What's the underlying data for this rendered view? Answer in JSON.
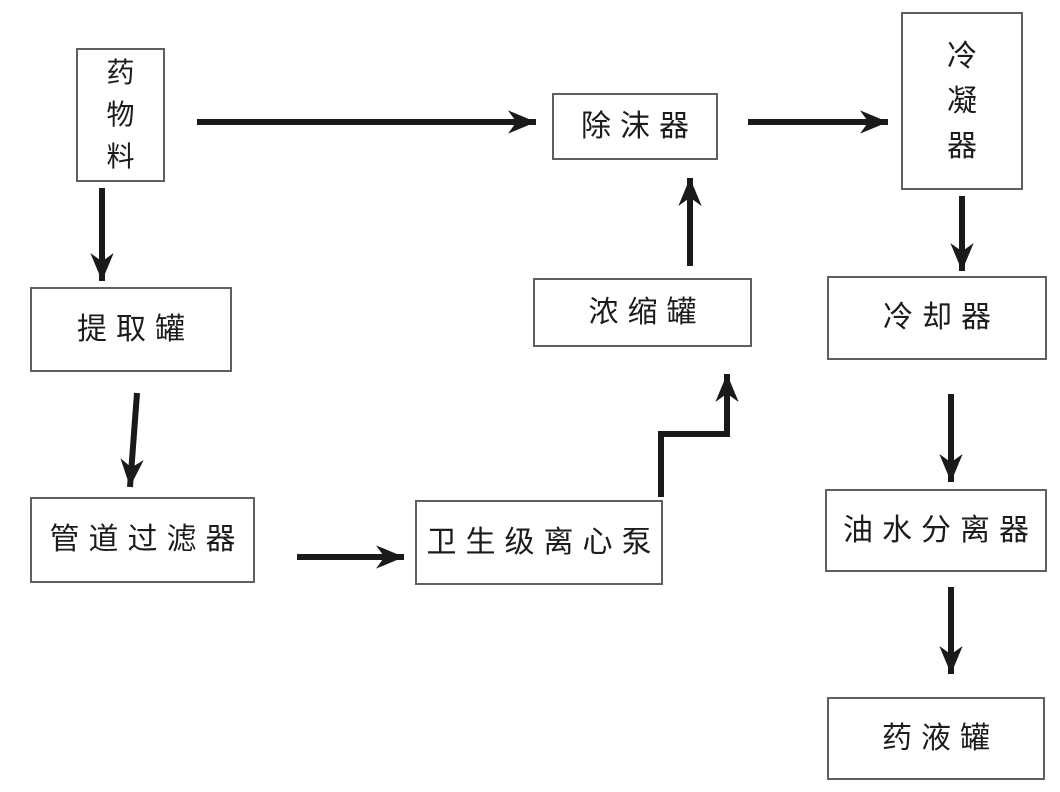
{
  "diagram": {
    "type": "flowchart",
    "background_color": "#ffffff",
    "box_border_color": "#5f5f5f",
    "arrow_color": "#1a1a1a",
    "text_color": "#1c1c1c",
    "nodes": [
      {
        "id": "drug-material",
        "label": "药物料",
        "shape": "rectangle",
        "text_direction": "vertical"
      },
      {
        "id": "extraction-tank",
        "label": "提取罐",
        "shape": "rectangle",
        "text_direction": "horizontal"
      },
      {
        "id": "pipeline-filter",
        "label": "管道过滤器",
        "shape": "rectangle",
        "text_direction": "horizontal"
      },
      {
        "id": "sanitary-centrifugal-pump",
        "label": "卫生级离心泵",
        "shape": "rectangle",
        "text_direction": "horizontal"
      },
      {
        "id": "concentration-tank",
        "label": "浓缩罐",
        "shape": "rectangle",
        "text_direction": "horizontal"
      },
      {
        "id": "demister",
        "label": "除沫器",
        "shape": "rectangle",
        "text_direction": "horizontal"
      },
      {
        "id": "condenser",
        "label": "冷凝器",
        "shape": "rectangle",
        "text_direction": "vertical"
      },
      {
        "id": "cooler",
        "label": "冷却器",
        "shape": "rectangle",
        "text_direction": "horizontal"
      },
      {
        "id": "oil-water-separator",
        "label": "油水分离器",
        "shape": "rectangle",
        "text_direction": "horizontal"
      },
      {
        "id": "liquid-medicine-tank",
        "label": "药液罐",
        "shape": "rectangle",
        "text_direction": "horizontal"
      }
    ],
    "edges": [
      {
        "from": "药物料",
        "to": "除沫器",
        "style": "straight-horizontal"
      },
      {
        "from": "药物料",
        "to": "提取罐",
        "style": "straight-vertical"
      },
      {
        "from": "提取罐",
        "to": "管道过滤器",
        "style": "straight-vertical"
      },
      {
        "from": "管道过滤器",
        "to": "卫生级离心泵",
        "style": "straight-horizontal"
      },
      {
        "from": "卫生级离心泵",
        "to": "浓缩罐",
        "style": "elbow-up"
      },
      {
        "from": "浓缩罐",
        "to": "除沫器",
        "style": "straight-vertical"
      },
      {
        "from": "除沫器",
        "to": "冷凝器",
        "style": "straight-horizontal"
      },
      {
        "from": "冷凝器",
        "to": "冷却器",
        "style": "straight-vertical"
      },
      {
        "from": "冷却器",
        "to": "油水分离器",
        "style": "straight-vertical"
      },
      {
        "from": "油水分离器",
        "to": "药液罐",
        "style": "straight-vertical"
      }
    ]
  }
}
